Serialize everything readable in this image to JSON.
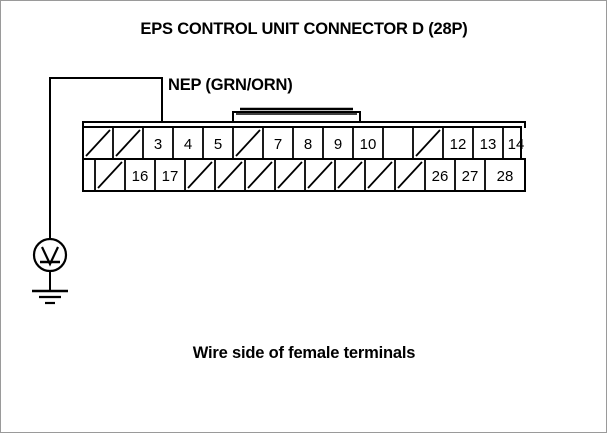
{
  "title": "EPS CONTROL UNIT CONNECTOR D (28P)",
  "caption": "Wire side of female terminals",
  "probe": {
    "wire_label": "NEP (GRN/ORN)",
    "meter_symbol": "V",
    "meter_type": "voltmeter",
    "ground_symbol": "earth-ground",
    "probe_target_terminal": "3"
  },
  "connector": {
    "name": "EPS CONTROL UNIT CONNECTOR D",
    "pin_count": "28P",
    "rows": [
      {
        "row": "top",
        "cells": [
          {
            "label": "",
            "blank": true
          },
          {
            "label": "",
            "blank": true
          },
          {
            "label": "3",
            "blank": false
          },
          {
            "label": "4",
            "blank": false
          },
          {
            "label": "5",
            "blank": false
          },
          {
            "label": "",
            "blank": true
          },
          {
            "label": "7",
            "blank": false
          },
          {
            "label": "8",
            "blank": false
          },
          {
            "label": "9",
            "blank": false
          },
          {
            "label": "10",
            "blank": false
          },
          {
            "label": "",
            "blank": true
          },
          {
            "label": "12",
            "blank": false
          },
          {
            "label": "13",
            "blank": false
          },
          {
            "label": "14",
            "blank": false
          }
        ]
      },
      {
        "row": "bottom",
        "cells": [
          {
            "label": "",
            "blank": true
          },
          {
            "label": "16",
            "blank": false
          },
          {
            "label": "17",
            "blank": false
          },
          {
            "label": "",
            "blank": true
          },
          {
            "label": "",
            "blank": true
          },
          {
            "label": "",
            "blank": true
          },
          {
            "label": "",
            "blank": true
          },
          {
            "label": "",
            "blank": true
          },
          {
            "label": "",
            "blank": true
          },
          {
            "label": "",
            "blank": true
          },
          {
            "label": "",
            "blank": true
          },
          {
            "label": "26",
            "blank": false
          },
          {
            "label": "27",
            "blank": false
          },
          {
            "label": "28",
            "blank": false
          }
        ]
      }
    ]
  },
  "colors": {
    "ink": "#000000",
    "paper": "#ffffff",
    "border": "#9a9a9a"
  }
}
